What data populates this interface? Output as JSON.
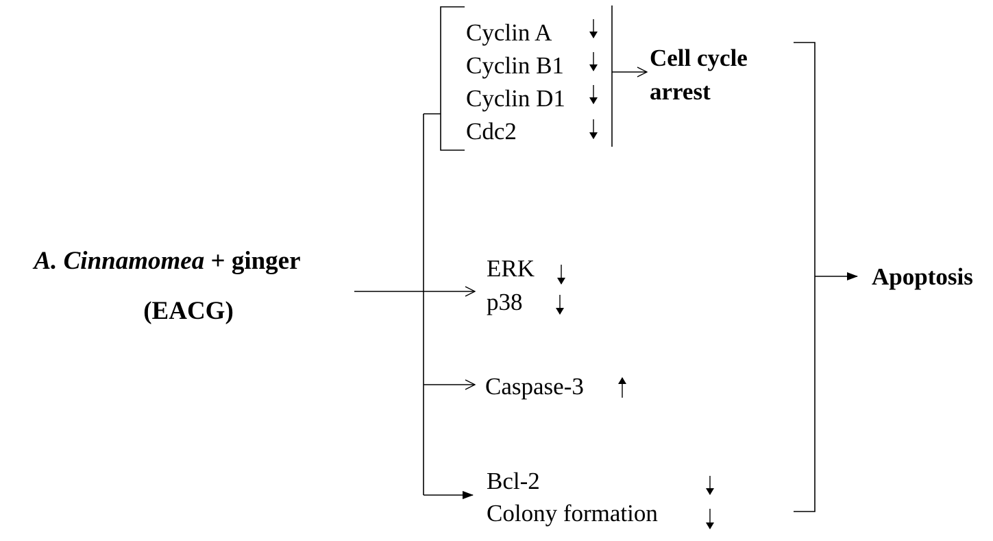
{
  "treatment": {
    "name_italic": "A. Cinnamomea",
    "name_rest": " + ginger",
    "abbrev": "(EACG)"
  },
  "cell_cycle": {
    "markers": [
      {
        "label": "Cyclin A",
        "trend": "down"
      },
      {
        "label": "Cyclin B1",
        "trend": "down"
      },
      {
        "label": "Cyclin D1",
        "trend": "down"
      },
      {
        "label": "Cdc2",
        "trend": "down"
      }
    ],
    "outcome_line1": "Cell cycle",
    "outcome_line2": "arrest"
  },
  "mapk": {
    "markers": [
      {
        "label": "ERK",
        "trend": "down"
      },
      {
        "label": "p38",
        "trend": "down"
      }
    ]
  },
  "caspase": {
    "markers": [
      {
        "label": "Caspase-3",
        "trend": "up"
      }
    ]
  },
  "survival": {
    "markers": [
      {
        "label": "Bcl-2",
        "trend": "down"
      },
      {
        "label": "Colony formation",
        "trend": "down"
      }
    ]
  },
  "final_outcome": "Apoptosis"
}
